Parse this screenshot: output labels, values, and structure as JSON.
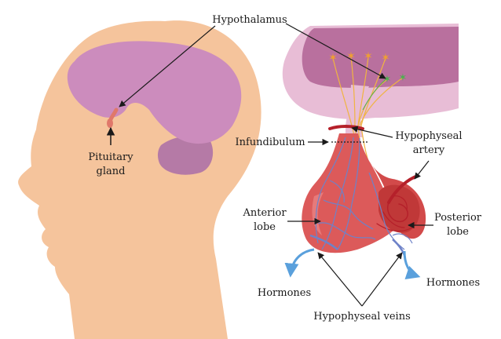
{
  "labels": {
    "hypothalamus": "Hypothalamus",
    "pituitary_line1": "Pituitary",
    "pituitary_line2": "gland",
    "infundibulum": "Infundibulum",
    "hypophyseal_artery_line1": "Hypophyseal",
    "hypophyseal_artery_line2": "artery",
    "anterior_lobe_line1": "Anterior",
    "anterior_lobe_line2": "lobe",
    "posterior_lobe_line1": "Posterior",
    "posterior_lobe_line2": "lobe",
    "hormones_left": "Hormones",
    "hormones_right": "Hormones",
    "hypophyseal_veins": "Hypophyseal veins"
  },
  "colors": {
    "skin": "#f5c49c",
    "brain": "#cc8cbd",
    "cerebellum": "#b57aa6",
    "pituitary": "#e0786a",
    "hypothalamus_outer": "#e8bdd6",
    "hypothalamus_inner": "#b9709e",
    "gland": "#dc5a5a",
    "artery": "#b5202a",
    "vein": "#6e82c8",
    "nerve": "#f0b441",
    "hormone_arrow": "#5aa0dc"
  },
  "icons": {
    "neuron_star": "star-neuron-icon",
    "neuron_green": "green-neuron-icon"
  }
}
